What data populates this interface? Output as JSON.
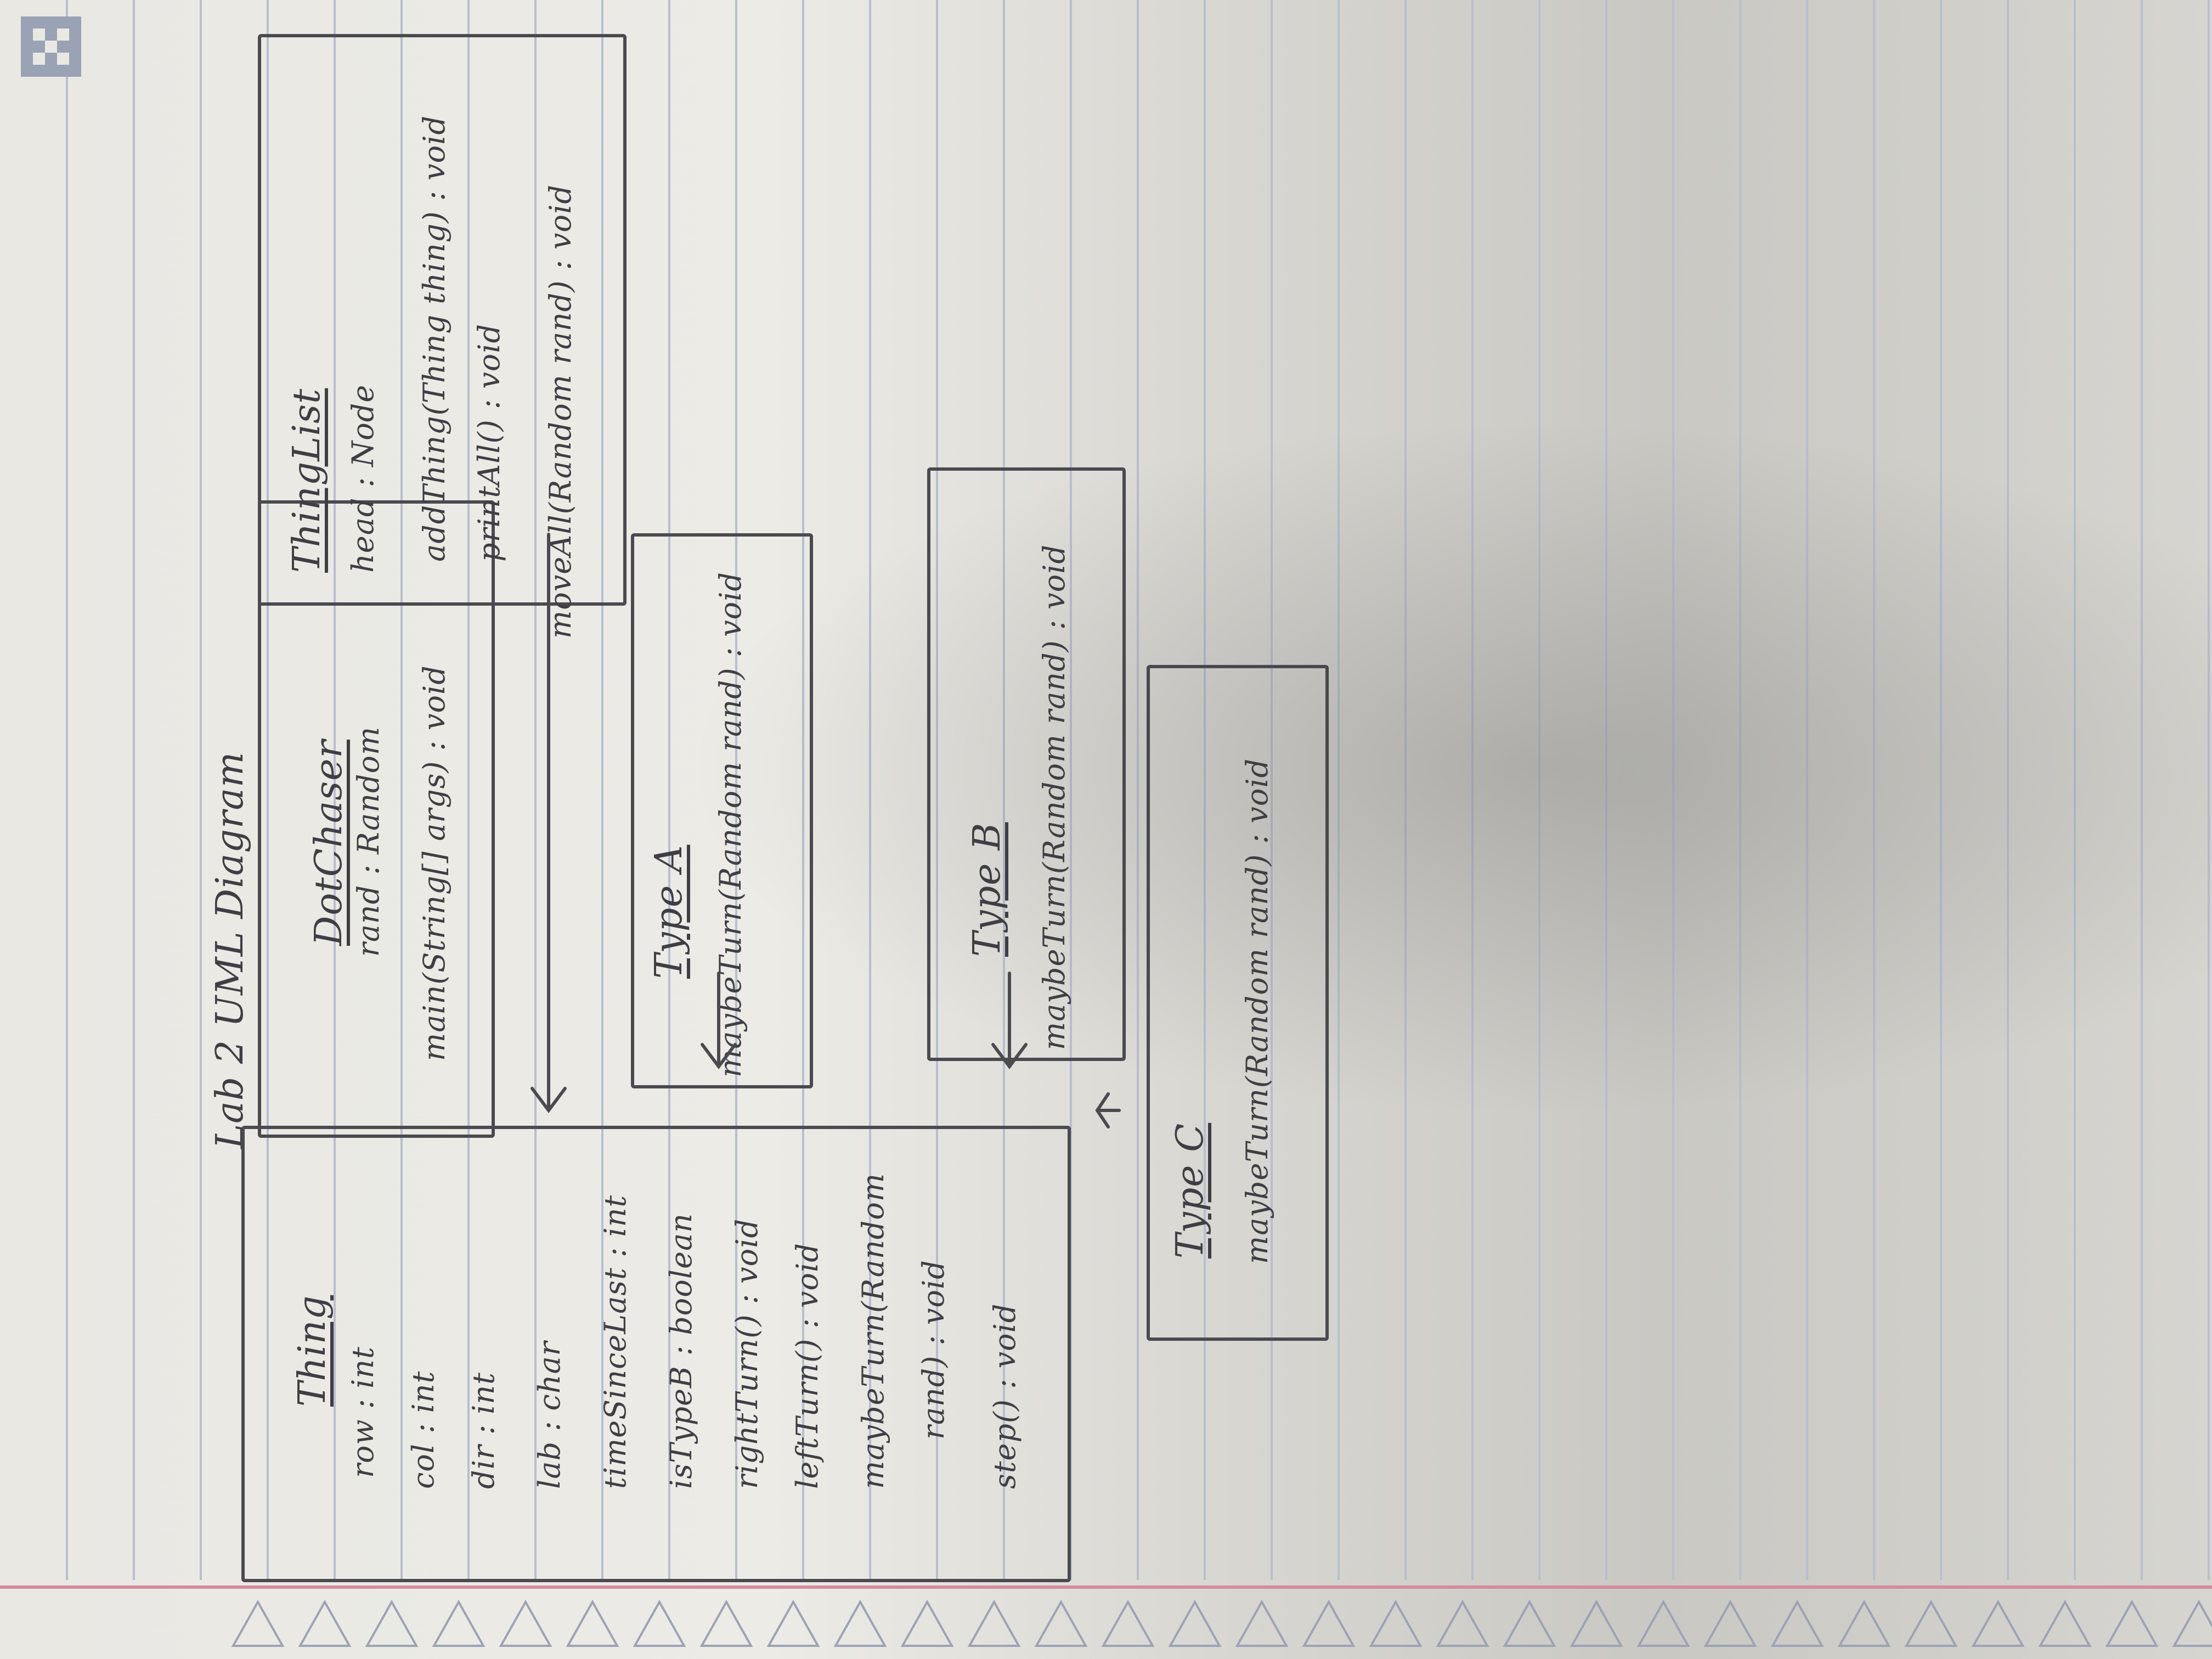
{
  "diagram": {
    "title": "Lab 2 UML Diagram",
    "classes": [
      {
        "id": "dotchaser",
        "name": "DotChaser",
        "members": [
          "rand : Random",
          "main(String[] args) : void"
        ]
      },
      {
        "id": "thinglist",
        "name": "ThingList",
        "members": [
          "head : Node",
          "addThing(Thing thing) : void",
          "printAll() : void",
          "moveAll(Random rand) : void"
        ]
      },
      {
        "id": "thing",
        "name": "Thing",
        "members": [
          "row : int",
          "col : int",
          "dir : int",
          "lab : char",
          "timeSinceLast : int",
          "isTypeB : boolean",
          "rightTurn() : void",
          "leftTurn() : void",
          "maybeTurn(Random",
          "rand) : void",
          "step() : void"
        ]
      },
      {
        "id": "typea",
        "name": "Type A",
        "members": [
          "maybeTurn(Random rand) : void"
        ]
      },
      {
        "id": "typeb",
        "name": "Type B",
        "members": [
          "maybeTurn(Random rand) : void"
        ]
      },
      {
        "id": "typec",
        "name": "Type C",
        "members": [
          "maybeTurn(Random rand) : void"
        ]
      }
    ]
  }
}
